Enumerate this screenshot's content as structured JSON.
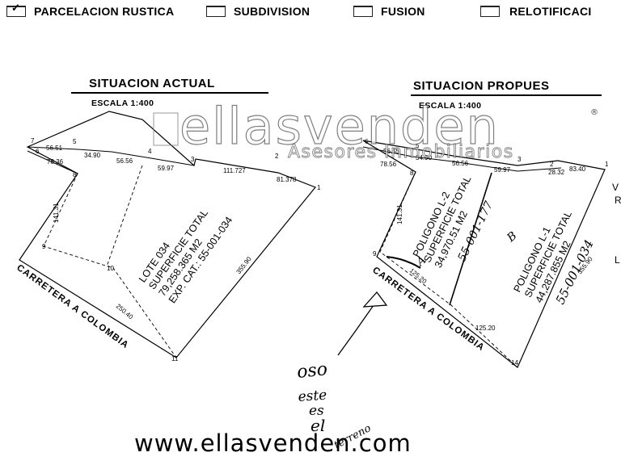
{
  "options": [
    {
      "label": "PARCELACION RUSTICA",
      "checked": true
    },
    {
      "label": "SUBDIVISION",
      "checked": false
    },
    {
      "label": "FUSION",
      "checked": false
    },
    {
      "label": "RELOTIFICACI",
      "checked": false
    }
  ],
  "actual": {
    "title": "SITUACION ACTUAL",
    "scale": "ESCALA 1:400",
    "lot_lines": [
      "LOTE 034",
      "SUPERFICIE TOTAL",
      "79,258.365 M2",
      "EXP. CAT.: 55-001-034"
    ],
    "road": "CARRETERA A COLOMBIA",
    "measurements": [
      "56.51",
      "34.90",
      "56.56",
      "59.97",
      "111.727",
      "81.378",
      "78.36",
      "141.31",
      "250.40",
      "355.90"
    ],
    "vertices": [
      "7",
      "6",
      "5",
      "4",
      "3",
      "2",
      "1",
      "8",
      "9",
      "10",
      "11"
    ]
  },
  "proposed": {
    "title": "SITUACION PROPUES",
    "scale": "ESCALA 1:400",
    "poly_a_lines": [
      "POLIGONO L-2",
      "SUPERFICIE TOTAL",
      "34,970.51 M2"
    ],
    "poly_a_hand": "55-001-177",
    "poly_a_mark": "A",
    "poly_b_lines": [
      "POLIGONO L-1",
      "SUPERFICIE TOTAL",
      "44,287.855 M2"
    ],
    "poly_b_hand": "55-001-034",
    "poly_b_mark": "B",
    "road": "CARRETERA A COLOMBIA",
    "measurements": [
      "56.55",
      "34.90",
      "56.56",
      "59.97",
      "28.32",
      "83.40",
      "78.56",
      "141.31",
      "125.20",
      "355.90",
      "125.20"
    ],
    "vertices": [
      "6",
      "5",
      "3",
      "2",
      "1",
      "8",
      "9",
      "14"
    ],
    "side_letters": [
      "V",
      "R",
      "L"
    ]
  },
  "watermark": {
    "brand": "ellasvenden",
    "registered": "®",
    "tagline": "Asesores Inmobiliarios"
  },
  "handwritten_note": [
    "oso",
    "este",
    "es",
    "el",
    "terreno"
  ],
  "footer": "www.ellasvenden.com"
}
